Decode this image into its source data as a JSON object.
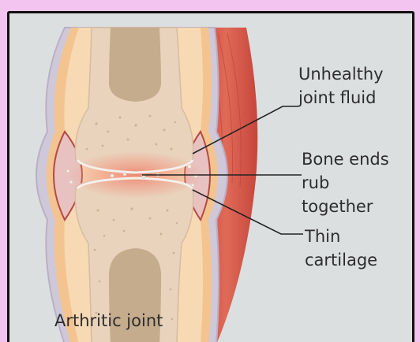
{
  "labels": {
    "unhealthy_fluid": "Unhealthy\njoint fluid",
    "bone_ends": "Bone ends\nrub\ntogether",
    "thin_cartilage": "Thin\ncartilage"
  },
  "caption": "Arthritic joint",
  "colors": {
    "page_bg": "#f2c4ef",
    "panel_bg": "#dcdfe0",
    "border": "#111111",
    "bone": "#e9d3bd",
    "marrow": "#c4ac8d",
    "capsule": "#f3c48f",
    "muscle": "#d9584a",
    "inflamed": "#f0a08a"
  }
}
